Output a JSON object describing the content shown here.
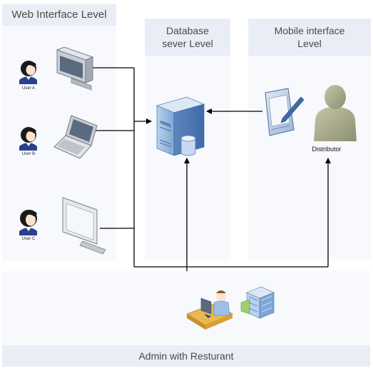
{
  "lanes": {
    "web": {
      "title": "Web Interface Level"
    },
    "database": {
      "title": "Database\nsever Level"
    },
    "mobile": {
      "title": "Mobile interface\nLevel"
    },
    "admin": {
      "title": "Admin with Resturant"
    }
  },
  "users": [
    {
      "label": "User A",
      "device": "desktop-computer-icon"
    },
    {
      "label": "User B",
      "device": "laptop-icon"
    },
    {
      "label": "User C",
      "device": "monitor-icon"
    }
  ],
  "distributor": {
    "label": "Distributor",
    "device": "pda-tablet-icon"
  },
  "server": {
    "icon": "database-server-icon"
  },
  "admin_icons": [
    "admin-workstation-icon",
    "restaurant-building-icon"
  ],
  "colors": {
    "lane_bg": "#f7f9fd",
    "header_bg": "#e9eef6",
    "connector": "#000000",
    "server_blue": "#7ea7d8",
    "person_olive": "#a5a887"
  }
}
